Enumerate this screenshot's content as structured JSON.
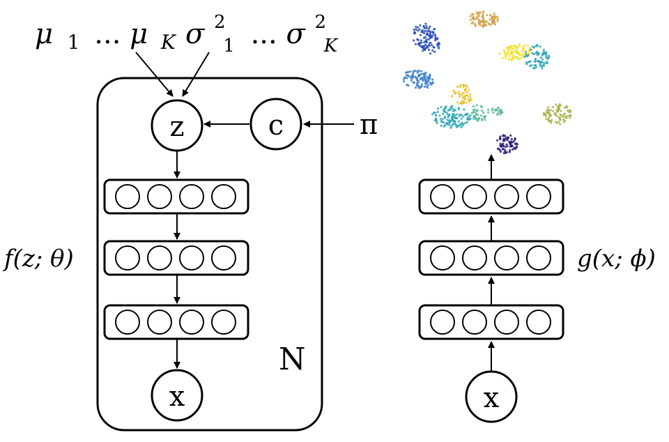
{
  "left_model": {
    "prior_means_label": {
      "mu_first": "μ",
      "sub_first": "1",
      "ellipsis": "...",
      "mu_last": "μ",
      "sub_last": "K"
    },
    "prior_vars_label": {
      "sigma_first": "σ",
      "sub_first": "1",
      "sup_first": "2",
      "ellipsis": "...",
      "sigma_last": "σ",
      "sub_last": "K",
      "sup_last": "2"
    },
    "latent_node": "z",
    "cluster_node": "c",
    "mixing_param": "π",
    "observed_node": "x",
    "plate_label": "N",
    "decoder_label": "f(z; θ)"
  },
  "right_model": {
    "input_node": "x",
    "encoder_label": "g(x; ϕ)"
  },
  "colors": {
    "line": "#000000",
    "cluster_palette": [
      "#2a4fb5",
      "#d2a24c",
      "#f2e23a",
      "#2fa6b8",
      "#3a7ec9",
      "#e7c63a",
      "#58b79a",
      "#a8b34e",
      "#2a1e7a"
    ]
  }
}
